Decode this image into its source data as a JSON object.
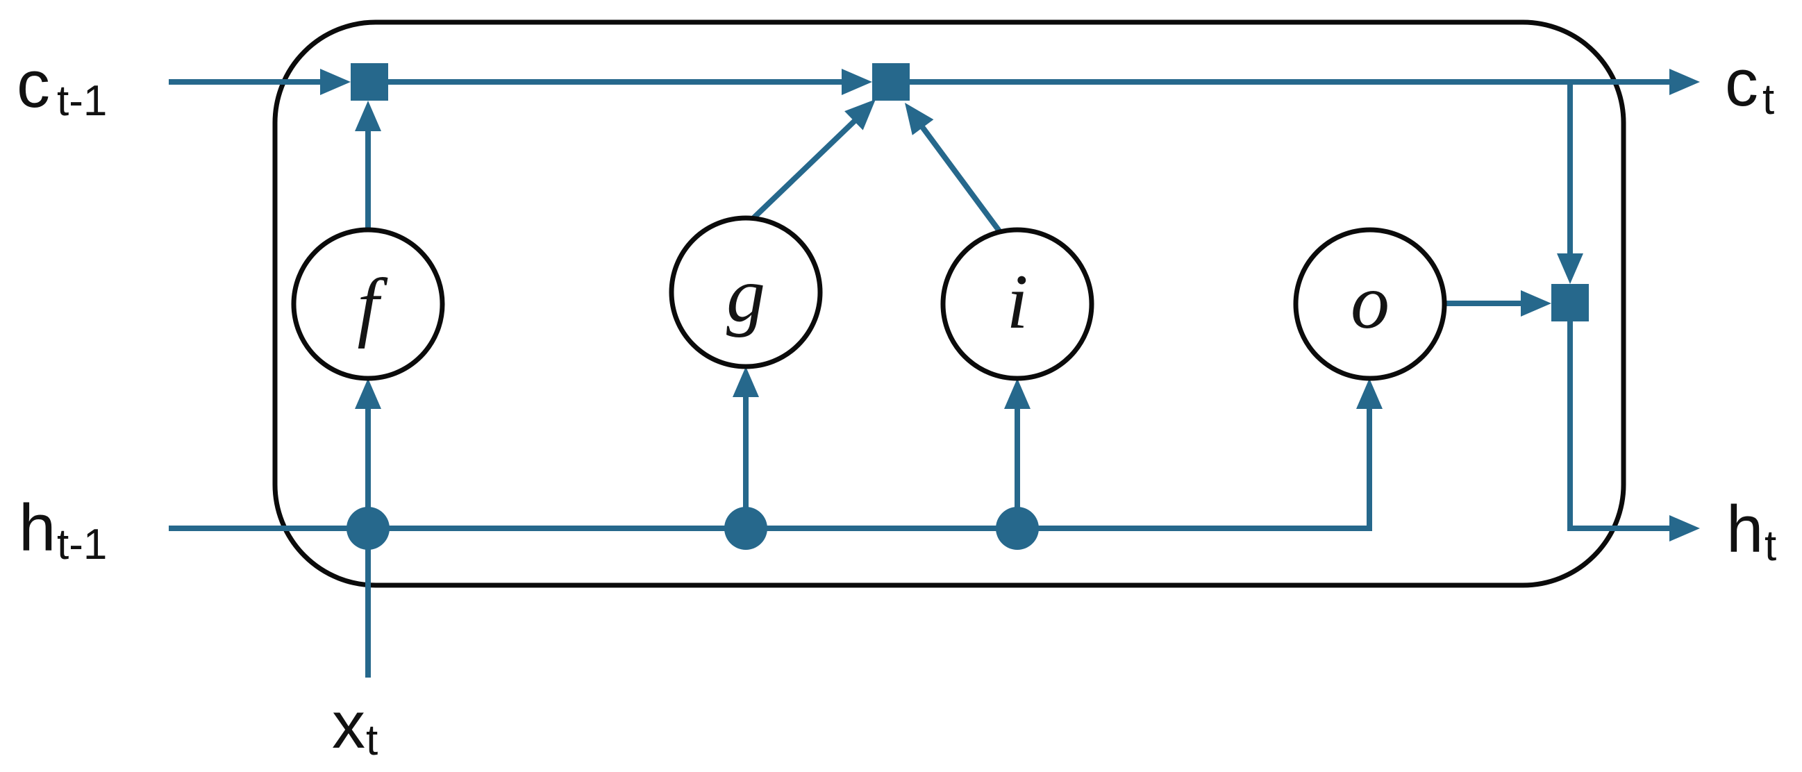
{
  "diagram": {
    "type": "LSTM cell diagram",
    "colors": {
      "accent_teal": "#26688C",
      "outline_black": "#0B0B0B",
      "background": "#FFFFFF"
    },
    "io_labels": {
      "cell_state_in": {
        "main": "c",
        "sub": "t-1"
      },
      "cell_state_out": {
        "main": "c",
        "sub": "t"
      },
      "hidden_state_in": {
        "main": "h",
        "sub": "t-1"
      },
      "hidden_state_out": {
        "main": "h",
        "sub": "t"
      },
      "input": {
        "main": "x",
        "sub": "t"
      }
    },
    "gates": {
      "forget": "f",
      "candidate": "g",
      "input": "i",
      "output": "o"
    }
  }
}
